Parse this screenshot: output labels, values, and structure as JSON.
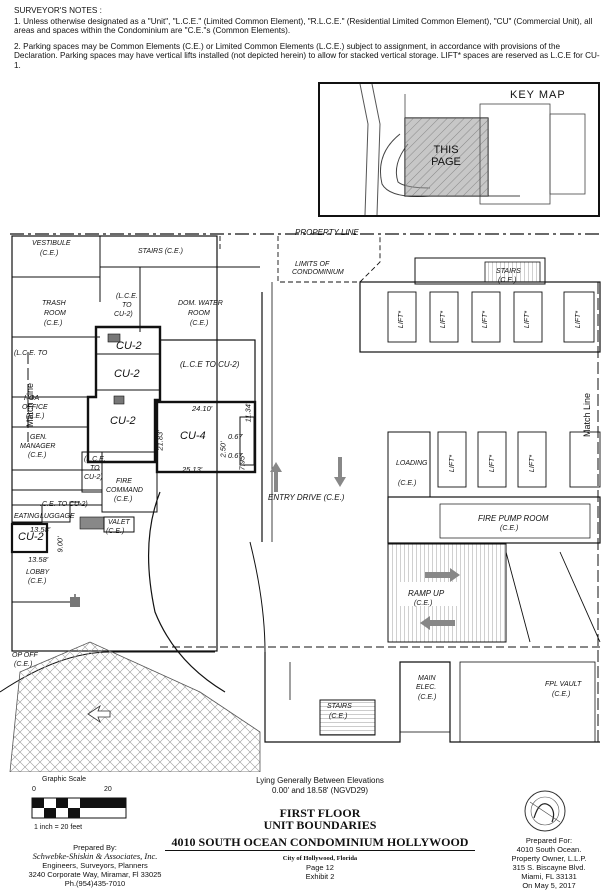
{
  "notes": {
    "header": "SURVEYOR'S NOTES :",
    "note1": "1. Unless otherwise designated as a \"Unit\", \"L.C.E.\" (Limited Common Element), \"R.L.C.E.\" (Residential Limited Common Element), \"CU\" (Commercial Unit), all areas and spaces within the Condominium are \"C.E.\"s (Common Elements).",
    "note2": "2. Parking spaces may be Common Elements (C.E.) or Limited Common Elements (L.C.E.) subject to assignment, in accordance with provisions of the Declaration. Parking spaces may have vertical lifts installed (not depicted herein) to allow for stacked vertical storage. LIFT* spaces are reserved as L.C.E for CU-1."
  },
  "keymap": {
    "title": "KEY MAP",
    "page_label_1": "THIS",
    "page_label_2": "PAGE"
  },
  "labels": {
    "property_line": "PROPERTY LINE",
    "limits_1": "LIMITS OF",
    "limits_2": "CONDOMINIUM",
    "vestibule": "VESTIBULE",
    "ce": "(C.E.)",
    "stairs_ce": "STAIRS (C.E.)",
    "stairs": "STAIRS",
    "trash_1": "TRASH",
    "trash_2": "ROOM",
    "lce_to": "(L.C.E.",
    "to": "TO",
    "cu2_close": "CU-2)",
    "dom_1": "DOM. WATER",
    "dom_2": "ROOM",
    "cu2": "CU-2",
    "cu4": "CU-4",
    "lce_to_cu2": "(L.C.E TO CU-2)",
    "lce_to_paren": "(L.C.E. TO",
    "hoa_1": "HOA",
    "hoa_2": "OFFICE",
    "gen_1": "GEN.",
    "gen_2": "MANAGER",
    "lce_short": "(L.C.E.",
    "fire_1": "FIRE",
    "fire_2": "COMMAND",
    "valet": "VALET",
    "luggage": "LUGGAGE",
    "lce_cu2_part": ".C.E. TO CU-2)",
    "seating": "EATING",
    "lobby": "LOBBY",
    "drop_off": "OP OFF",
    "loading": "LOADING",
    "lift": "LIFT*",
    "entry_drive": "ENTRY DRIVE (C.E.)",
    "fire_pump": "FIRE PUMP ROOM",
    "ramp_up": "RAMP UP",
    "main_1": "MAIN",
    "main_2": "ELEC.",
    "fpl_vault": "FPL VAULT",
    "match_line": "Match Line"
  },
  "dims": {
    "d_24_10": "24.10'",
    "d_11_34": "11.34'",
    "d_21_83": "21.83'",
    "d_0_67a": "0.67",
    "d_2_50": "2.50'",
    "d_0_67b": "0.67",
    "d_7_95": "7.95'",
    "d_25_13": "25.13'",
    "d_13_58a": "13.58'",
    "d_9_00": "9.00'",
    "d_13_58b": "13.58'"
  },
  "footer": {
    "graphic_scale": "Graphic Scale",
    "scale_0": "0",
    "scale_20": "20",
    "scale_note": "1 inch = 20 feet",
    "elev_1": "Lying Generally Between Elevations",
    "elev_2": "0.00' and 18.58' (NGVD29)",
    "title_1": "FIRST FLOOR",
    "title_2": "UNIT BOUNDARIES",
    "title_3": "4010 SOUTH OCEAN CONDOMINIUM HOLLYWOOD",
    "city": "City of Hollywood, Florida",
    "page": "Page 12",
    "exhibit": "Exhibit 2",
    "prepared_by": "Prepared By:",
    "firm": "Schwebke-Shiskin & Associates, Inc.",
    "firm_sub": "Engineers, Surveyors, Planners",
    "firm_addr": "3240 Corporate Way, Miramar, Fl 33025",
    "firm_ph": "Ph.(954)435-7010",
    "prepared_for": "Prepared For:",
    "client_1": "4010 South Ocean.",
    "client_2": "Property Owner, L.L.P.",
    "client_3": "315 S. Biscayne Blvd.",
    "client_4": "Miami, FL 33131",
    "date": "On May 5, 2017"
  }
}
